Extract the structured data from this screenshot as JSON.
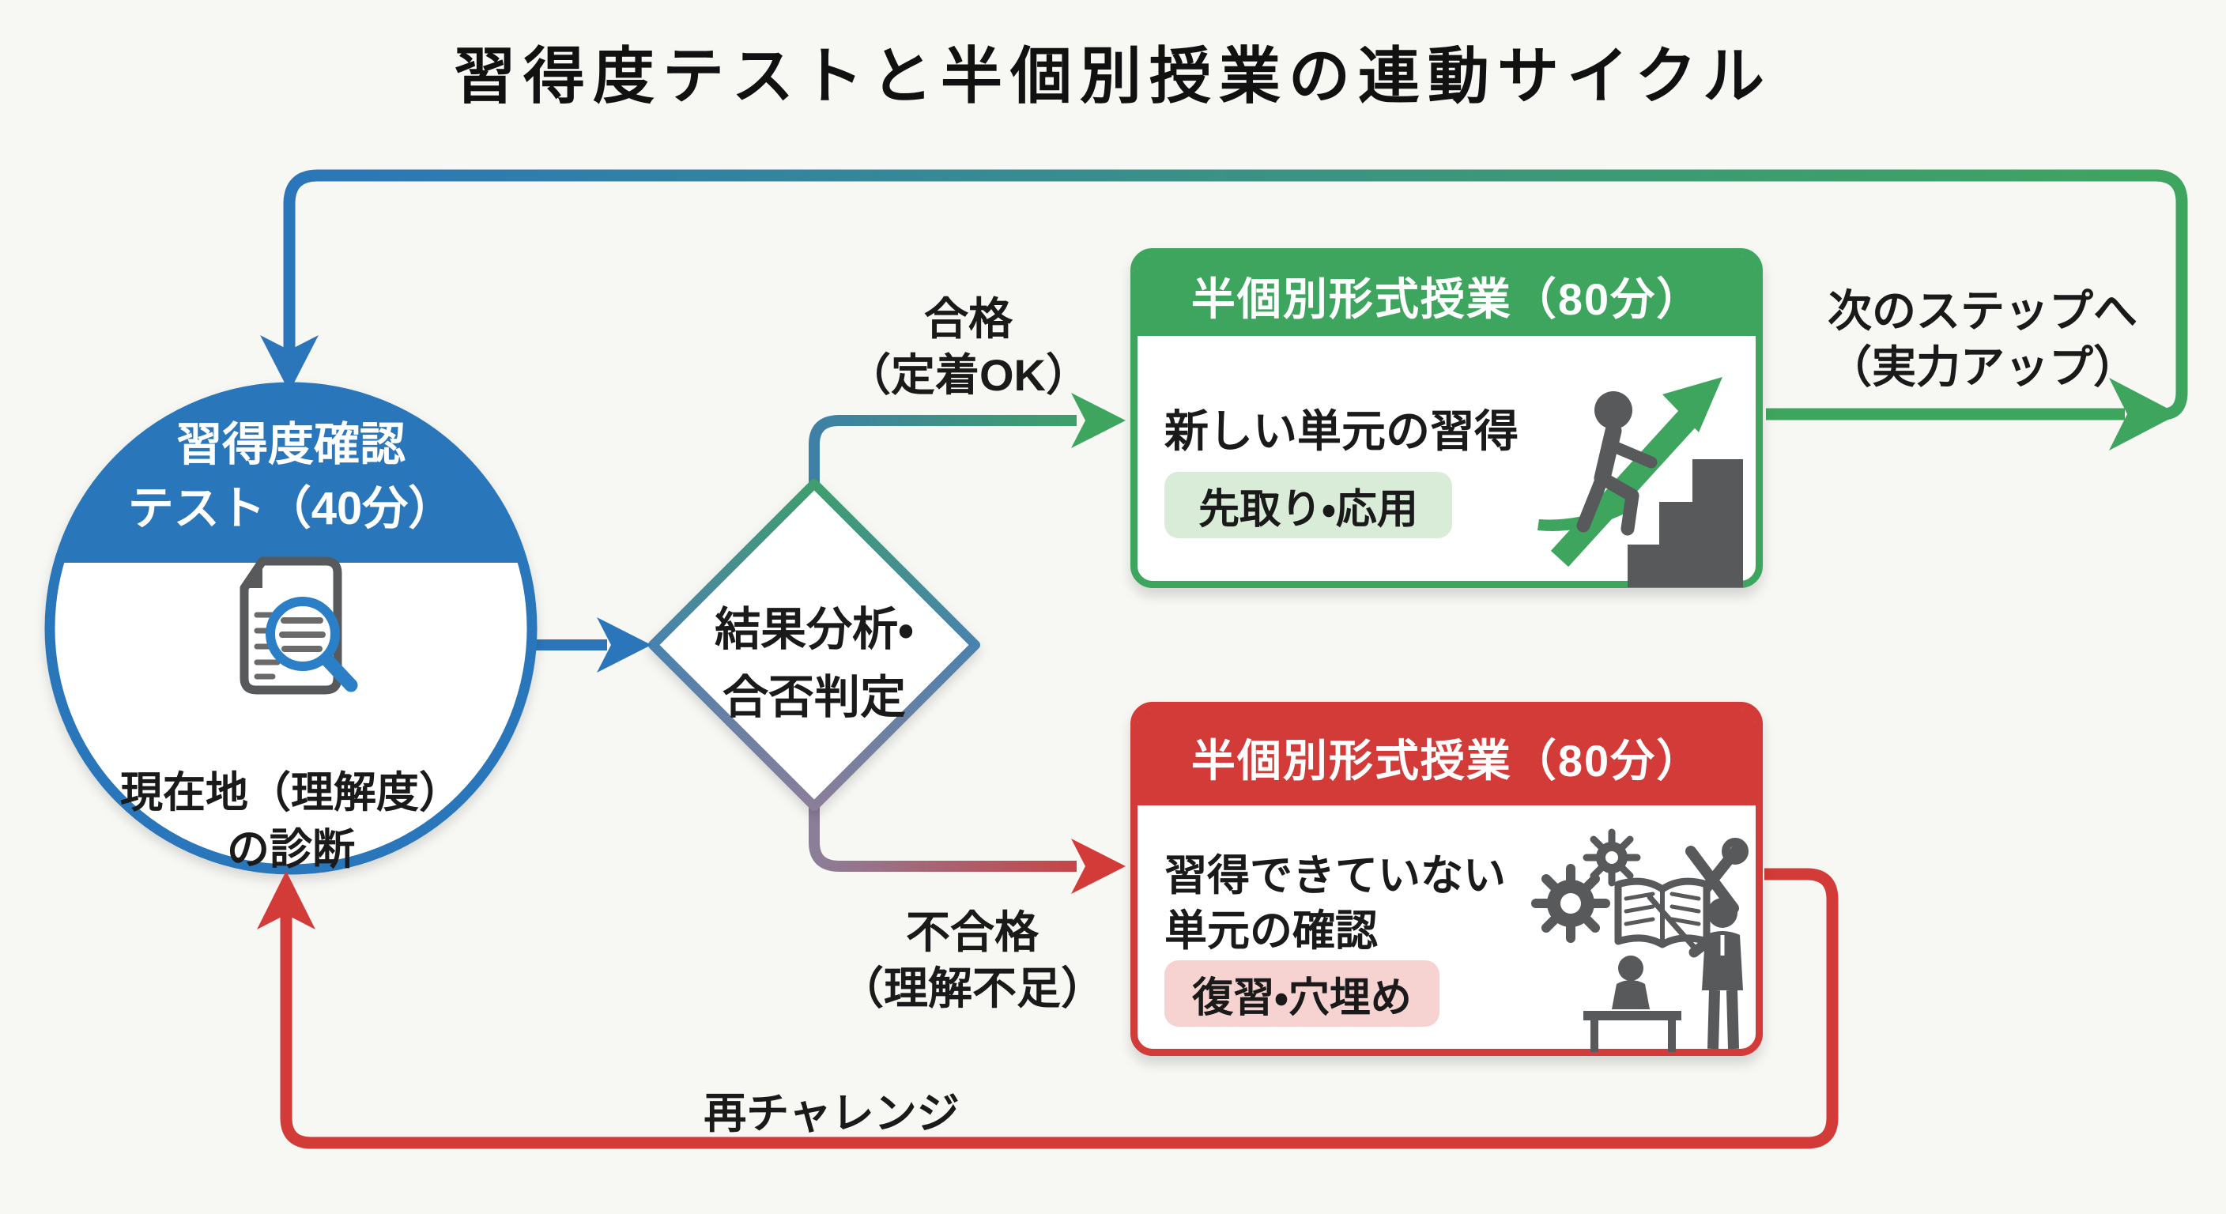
{
  "title": "習得度テストと半個別授業の連動サイクル",
  "colors": {
    "blue": "#2b76ba",
    "green": "#3ea55f",
    "red": "#d23b38",
    "light_green": "#d8ecd8",
    "light_red": "#f6d3d0",
    "purple": "#8b7e99",
    "icon_gray": "#58595b"
  },
  "test_circle": {
    "heading_line1": "習得度確認",
    "heading_line2": "テスト（40分）",
    "body_line1": "現在地（理解度）",
    "body_line2": "の診断",
    "icon": "document-magnifier-icon"
  },
  "decision_diamond": {
    "line1": "結果分析・",
    "line2": "合否判定"
  },
  "pass_branch": {
    "label_line1": "合格",
    "label_line2": "（定着OK）"
  },
  "fail_branch": {
    "label_line1": "不合格",
    "label_line2": "（理解不足）"
  },
  "pass_lesson_box": {
    "header": "半個別形式授業（80分）",
    "body": "新しい単元の習得",
    "tag": "先取り・応用",
    "icon": "stairs-up-icon"
  },
  "fail_lesson_box": {
    "header": "半個別形式授業（80分）",
    "body_line1": "習得できていない",
    "body_line2": "単元の確認",
    "tag": "復習・穴埋め",
    "icon": "teaching-icon"
  },
  "next_step": {
    "label_line1": "次のステップへ",
    "label_line2": "（実力アップ）"
  },
  "retry": {
    "label": "再チャレンジ"
  }
}
